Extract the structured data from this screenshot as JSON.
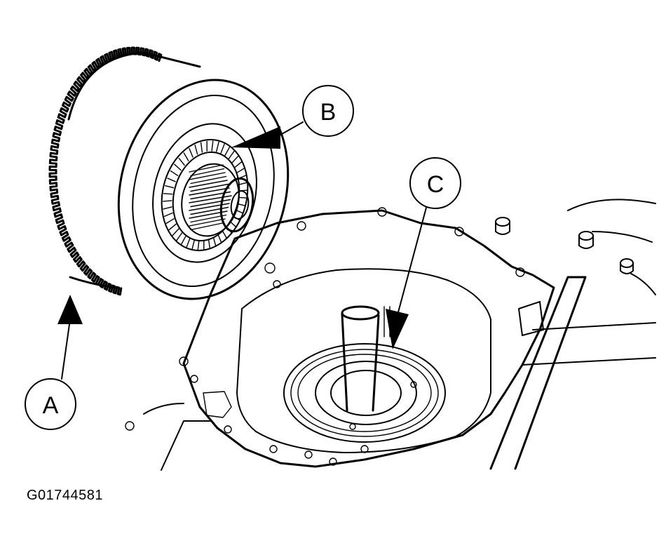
{
  "figure": {
    "id_label": "G01744581",
    "callouts": {
      "a": {
        "letter": "A"
      },
      "b": {
        "letter": "B"
      },
      "c": {
        "letter": "C"
      }
    }
  },
  "colors": {
    "ink": "#000000",
    "background": "#ffffff"
  }
}
